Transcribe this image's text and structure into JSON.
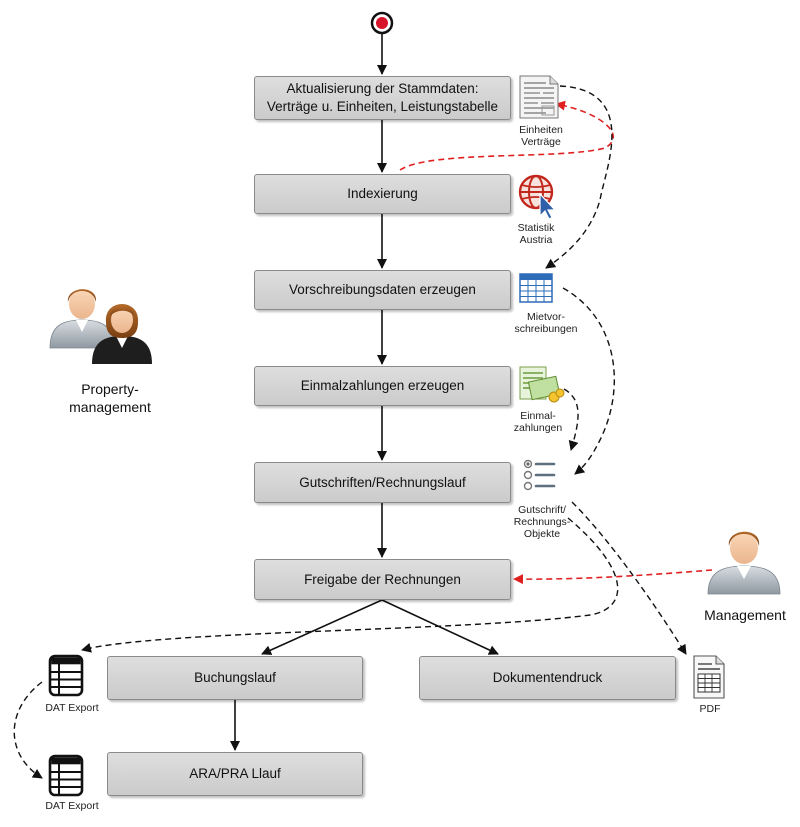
{
  "colors": {
    "box_fill": "#d4d4d4",
    "box_border": "#8a8a8a",
    "flow_arrow": "#111111",
    "red_link": "#e02020",
    "data_link": "#111111"
  },
  "process_boxes": [
    {
      "id": "stammdaten",
      "label": "Aktualisierung der Stammdaten:\nVerträge u. Einheiten, Leistungstabelle"
    },
    {
      "id": "indexierung",
      "label": "Indexierung"
    },
    {
      "id": "vorschreibung",
      "label": "Vorschreibungsdaten erzeugen"
    },
    {
      "id": "einmalzahlungen",
      "label": "Einmalzahlungen erzeugen"
    },
    {
      "id": "gutschriften",
      "label": "Gutschriften/Rechnungslauf"
    },
    {
      "id": "freigabe",
      "label": "Freigabe der Rechnungen"
    },
    {
      "id": "buchungslauf",
      "label": "Buchungslauf"
    },
    {
      "id": "dokumentendruck",
      "label": "Dokumentendruck"
    },
    {
      "id": "ara",
      "label": "ARA/PRA Llauf"
    }
  ],
  "artifacts": [
    {
      "id": "einheiten",
      "icon": "contract-document-icon",
      "label": "Einheiten\nVerträge"
    },
    {
      "id": "statistik",
      "icon": "globe-cursor-icon",
      "label": "Statistik\nAustria"
    },
    {
      "id": "mietvor",
      "icon": "spreadsheet-icon",
      "label": "Mietvor-\nschreibungen"
    },
    {
      "id": "einmal",
      "icon": "payment-documents-icon",
      "label": "Einmal-\nzahlungen"
    },
    {
      "id": "gutschrift",
      "icon": "checklist-icon",
      "label": "Gutschrift/\nRechnungs-\nObjekte"
    },
    {
      "id": "pdf",
      "icon": "pdf-document-icon",
      "label": "PDF"
    },
    {
      "id": "dat1",
      "icon": "table-document-icon",
      "label": "DAT Export"
    },
    {
      "id": "dat2",
      "icon": "table-document-icon",
      "label": "DAT Export"
    }
  ],
  "actors": [
    {
      "id": "property",
      "icon": "two-persons-icon",
      "label": "Property-\nmanagement"
    },
    {
      "id": "management",
      "icon": "person-icon",
      "label": "Management"
    }
  ]
}
